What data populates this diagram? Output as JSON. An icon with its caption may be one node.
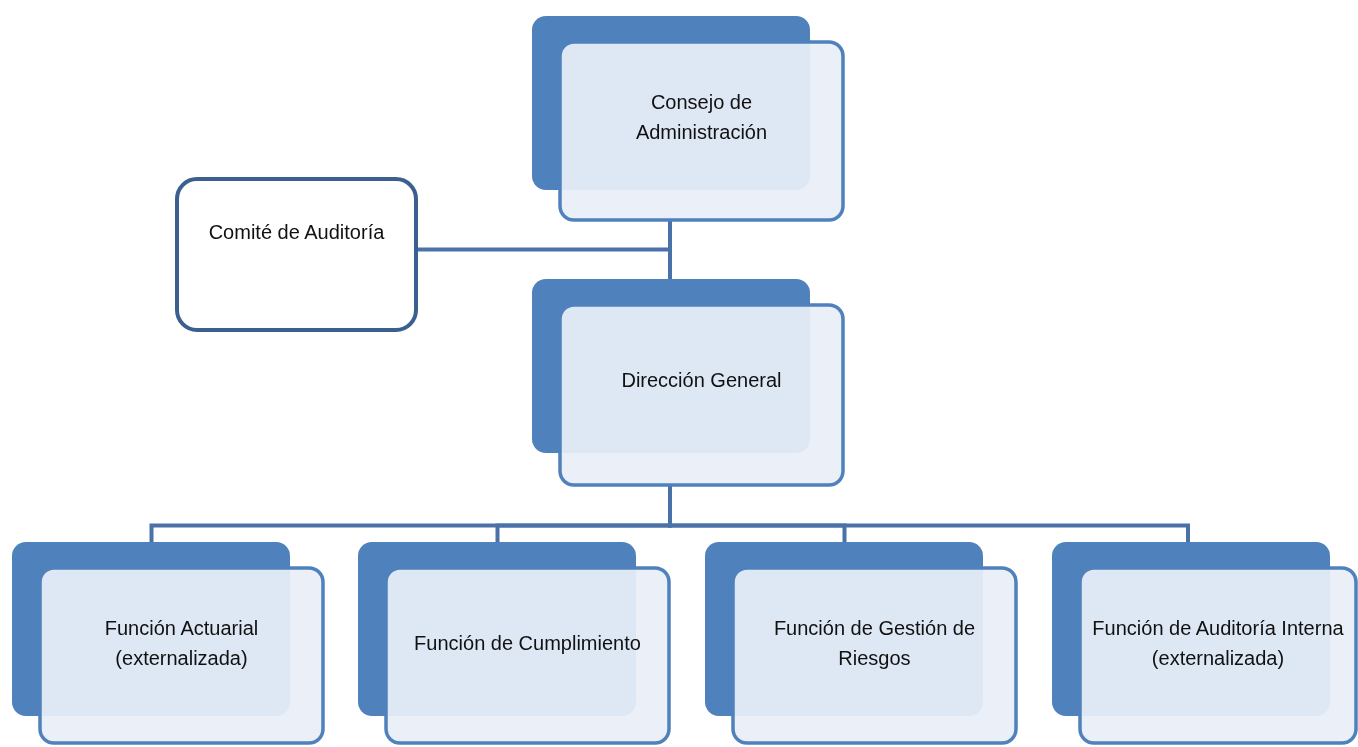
{
  "diagram": {
    "nodes": [
      {
        "text": [
          "Consejo de Administración"
        ]
      },
      {
        "text": [
          "Comité de Auditoría"
        ]
      },
      {
        "text": [
          "Dirección General"
        ]
      },
      {
        "text": [
          "Función Actuarial (externalizada)"
        ]
      },
      {
        "text": [
          "Función de Cumplimiento"
        ]
      },
      {
        "text": [
          "Función de Gestión de Riesgos"
        ]
      },
      {
        "text": [
          "Función de Auditoría Interna (externalizada)"
        ]
      }
    ],
    "edges": [
      {
        "from": 0,
        "to": 2,
        "arrow": "none"
      },
      {
        "from": 0,
        "to": 1,
        "arrow": "none"
      },
      {
        "from": 2,
        "to": 3,
        "arrow": "none"
      },
      {
        "from": 2,
        "to": 4,
        "arrow": "none"
      },
      {
        "from": 2,
        "to": 5,
        "arrow": "none"
      },
      {
        "from": 2,
        "to": 6,
        "arrow": "none"
      }
    ]
  }
}
